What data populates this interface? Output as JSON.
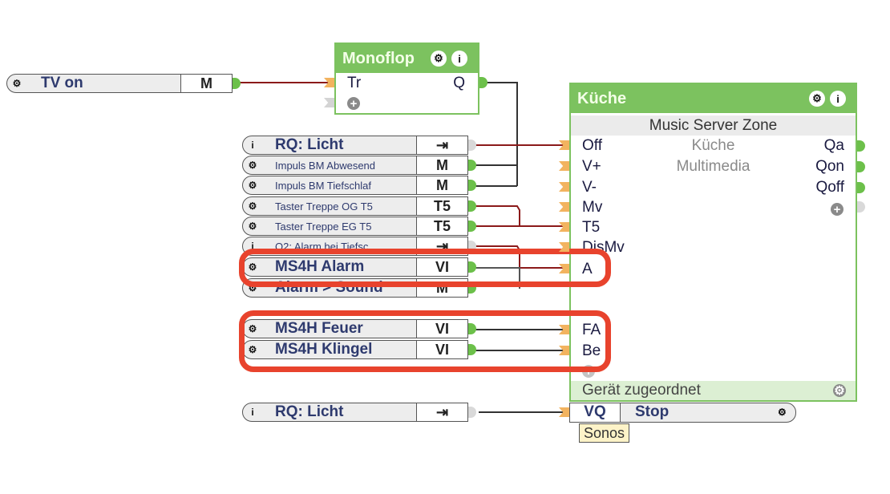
{
  "colors": {
    "block_green": "#7cc25f",
    "input_flag": "#f2b35f",
    "output_dot_active": "#6cc04a",
    "output_dot_inactive": "#d9d9d9",
    "wire_red": "#8b1a1a",
    "wire_black": "#333333",
    "highlight": "#e8432d",
    "label_text": "#2e3a6e"
  },
  "tv_on": {
    "name": "TV on",
    "type": "M",
    "icon": "gear-icon"
  },
  "monoflop": {
    "title": "Monoflop",
    "inputs": [
      "Tr"
    ],
    "outputs": [
      "Q"
    ],
    "header_icons": [
      "gear-icon",
      "info-icon"
    ]
  },
  "left_inputs": [
    {
      "name": "RQ: Licht",
      "type": "⇥",
      "icon": "info-icon",
      "small": false,
      "active": false
    },
    {
      "name": "Impuls BM Abwesend",
      "type": "M",
      "icon": "gear-icon",
      "small": true,
      "active": true
    },
    {
      "name": "Impuls BM Tiefschlaf",
      "type": "M",
      "icon": "gear-icon",
      "small": true,
      "active": true
    },
    {
      "name": "Taster Treppe OG T5",
      "type": "T5",
      "icon": "gear-icon",
      "small": true,
      "active": true
    },
    {
      "name": "Taster Treppe EG T5",
      "type": "T5",
      "icon": "gear-icon",
      "small": true,
      "active": true
    },
    {
      "name": "Q2: Alarm bei Tiefsc...",
      "type": "⇥",
      "icon": "info-icon",
      "small": true,
      "active": false
    },
    {
      "name": "MS4H Alarm",
      "type": "VI",
      "icon": "gear-icon",
      "small": false,
      "active": true
    },
    {
      "name": "Alarm > Sound",
      "type": "M",
      "icon": "gear-icon",
      "small": false,
      "active": true
    },
    {
      "name": "MS4H Feuer",
      "type": "VI",
      "icon": "gear-icon",
      "small": false,
      "active": true
    },
    {
      "name": "MS4H Klingel",
      "type": "VI",
      "icon": "gear-icon",
      "small": false,
      "active": true
    },
    {
      "name": "RQ: Licht",
      "type": "⇥",
      "icon": "info-icon",
      "small": false,
      "active": false
    }
  ],
  "kueche": {
    "title": "Küche",
    "subtitle": "Music Server Zone",
    "room": "Küche",
    "category": "Multimedia",
    "inputs": [
      "Off",
      "V+",
      "V-",
      "Mv",
      "T5",
      "DisMv",
      "A",
      "FA",
      "Be"
    ],
    "outputs": [
      "Qa",
      "Qon",
      "Qoff"
    ],
    "footer": "Gerät zugeordnet",
    "header_icons": [
      "gear-icon",
      "info-icon"
    ]
  },
  "vq_block": {
    "type": "VQ",
    "name": "Stop",
    "tooltip": "Sonos",
    "icon": "gear-icon"
  }
}
